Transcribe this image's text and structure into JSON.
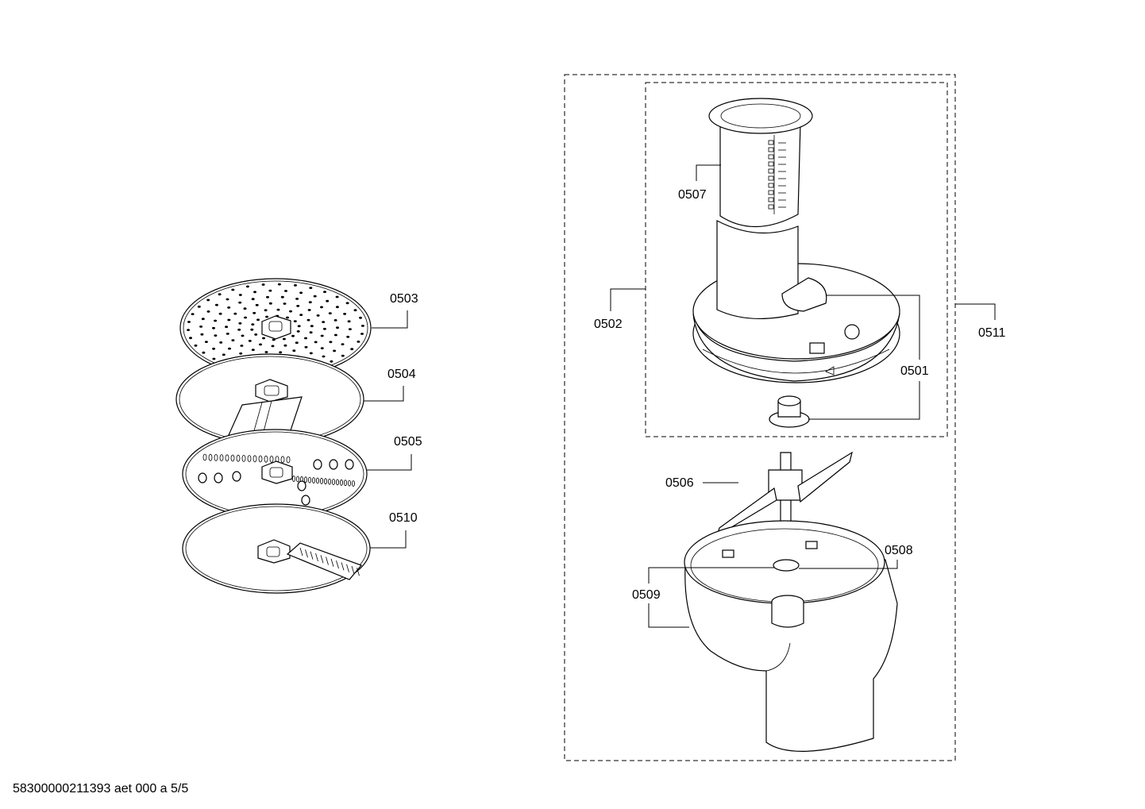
{
  "labels": {
    "p0501": "0501",
    "p0502": "0502",
    "p0503": "0503",
    "p0504": "0504",
    "p0505": "0505",
    "p0506": "0506",
    "p0507": "0507",
    "p0508": "0508",
    "p0509": "0509",
    "p0510": "0510",
    "p0511": "0511"
  },
  "footer": "58300000211393 aet 000 a 5/5"
}
